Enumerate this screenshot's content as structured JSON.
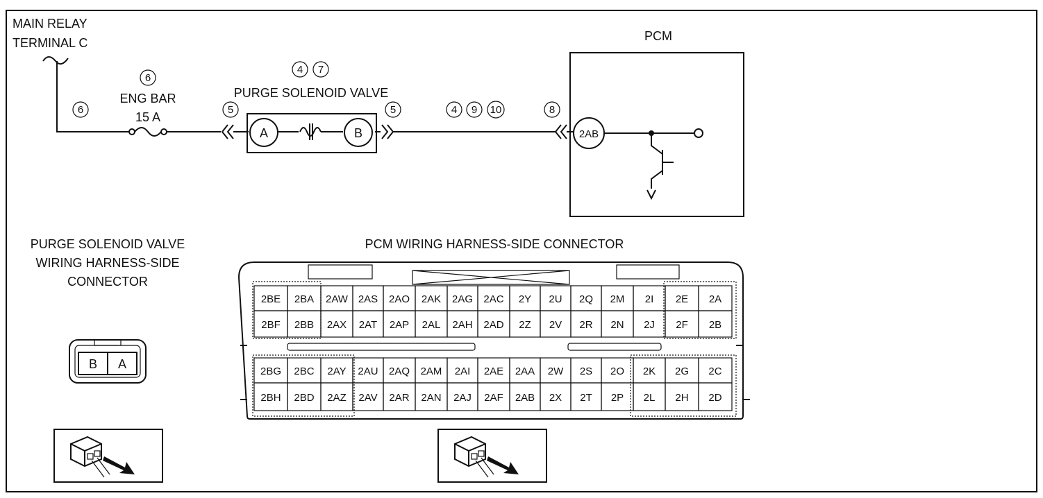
{
  "schematic": {
    "main_relay_line1": "MAIN RELAY",
    "main_relay_line2": "TERMINAL C",
    "fuse_ref": "6",
    "fuse_wire_ref": "6",
    "fuse_name": "ENG BAR",
    "fuse_rating": "15 A",
    "valve_refs": [
      "4",
      "7"
    ],
    "valve_title": "PURGE SOLENOID VALVE",
    "valve_conn_left_ref": "5",
    "valve_conn_right_ref": "5",
    "terminal_a": "A",
    "terminal_b": "B",
    "wire_refs": [
      "4",
      "9",
      "10"
    ],
    "pcm_conn_ref": "8",
    "pcm_title": "PCM",
    "pcm_terminal": "2AB"
  },
  "valve_connector": {
    "title_lines": [
      "PURGE SOLENOID VALVE",
      "WIRING HARNESS-SIDE",
      "CONNECTOR"
    ],
    "pins": [
      "B",
      "A"
    ]
  },
  "pcm_connector": {
    "title": "PCM WIRING HARNESS-SIDE CONNECTOR",
    "row1": [
      "2BE",
      "2BA",
      "2AW",
      "2AS",
      "2AO",
      "2AK",
      "2AG",
      "2AC",
      "2Y",
      "2U",
      "2Q",
      "2M",
      "2I",
      "2E",
      "2A"
    ],
    "row2": [
      "2BF",
      "2BB",
      "2AX",
      "2AT",
      "2AP",
      "2AL",
      "2AH",
      "2AD",
      "2Z",
      "2V",
      "2R",
      "2N",
      "2J",
      "2F",
      "2B"
    ],
    "row3": [
      "2BG",
      "2BC",
      "2AY",
      "2AU",
      "2AQ",
      "2AM",
      "2AI",
      "2AE",
      "2AA",
      "2W",
      "2S",
      "2O",
      "2K",
      "2G",
      "2C"
    ],
    "row4": [
      "2BH",
      "2BD",
      "2AZ",
      "2AV",
      "2AR",
      "2AN",
      "2AJ",
      "2AF",
      "2AB",
      "2X",
      "2T",
      "2P",
      "2L",
      "2H",
      "2D"
    ]
  },
  "icons": [
    "connector-view-icon",
    "connector-view-icon"
  ]
}
